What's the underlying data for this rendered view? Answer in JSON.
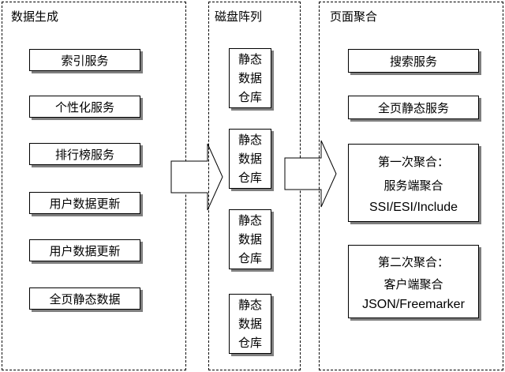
{
  "panels": {
    "generation": {
      "title": "数据生成",
      "items": [
        "索引服务",
        "个性化服务",
        "排行榜服务",
        "用户数据更新",
        "用户数据更新",
        "全页静态数据"
      ]
    },
    "disk_array": {
      "title": "磁盘阵列",
      "items": [
        [
          "静态",
          "数据",
          "仓库"
        ],
        [
          "静态",
          "数据",
          "仓库"
        ],
        [
          "静态",
          "数据",
          "仓库"
        ],
        [
          "静态",
          "数据",
          "仓库"
        ]
      ]
    },
    "aggregation": {
      "title": "页面聚合",
      "items": [
        "搜索服务",
        "全页静态服务"
      ],
      "first": {
        "line1": "第一次聚合：",
        "line2": "服务端聚合",
        "line3": "SSI/ESI/Include"
      },
      "second": {
        "line1": "第二次聚合：",
        "line2": "客户端聚合",
        "line3": "JSON/Freemarker"
      }
    }
  }
}
